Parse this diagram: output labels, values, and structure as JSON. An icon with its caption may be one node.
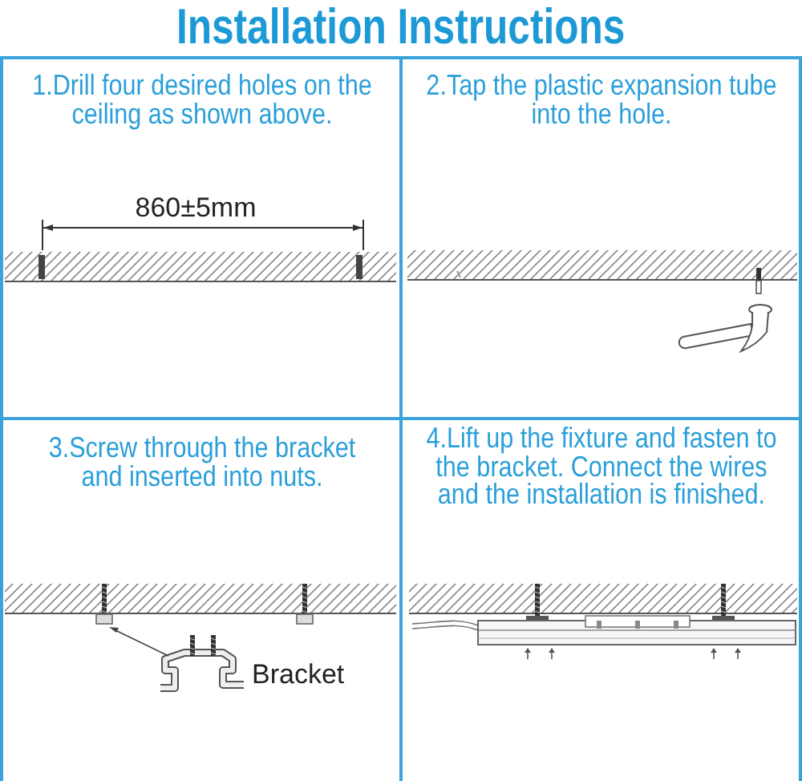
{
  "diagram": {
    "title": "Installation Instructions",
    "nodes": [
      {
        "text": [
          "1.Drill four desired holes on the ceiling as shown above."
        ]
      },
      {
        "text": [
          "2.Tap the plastic expansion tube into the hole."
        ]
      },
      {
        "text": [
          "3.Screw through the bracket and inserted into nuts."
        ]
      },
      {
        "text": [
          "4.Lift up the fixture and fasten to the bracket. Connect the wires and the installation is finished."
        ]
      }
    ],
    "labels": [
      "860±5mm",
      "Bracket"
    ]
  }
}
